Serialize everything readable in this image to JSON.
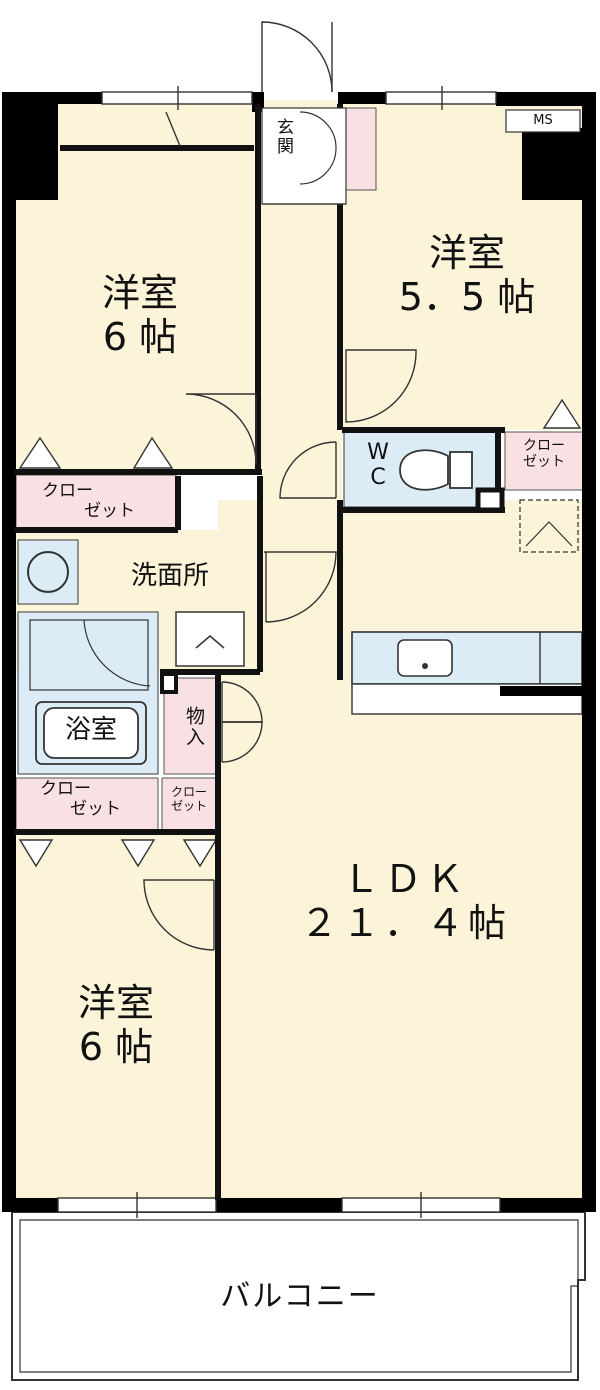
{
  "colors": {
    "wall": "#000000",
    "room": "#fbf4d9",
    "closet": "#f9e0e3",
    "wet": "#dcecf6",
    "line": "#333333",
    "balcony": "#ffffff"
  },
  "rooms": {
    "western_top_left": {
      "name": "洋室",
      "size": "6 帖"
    },
    "western_top_right": {
      "name": "洋室",
      "size": "5．5 帖"
    },
    "entrance": {
      "name": "玄関"
    },
    "wc": {
      "line1": "W",
      "line2": "C"
    },
    "washroom": {
      "name": "洗面所"
    },
    "bath": {
      "name": "浴室"
    },
    "storage": {
      "name": "物入"
    },
    "ldk": {
      "name": "ＬＤＫ",
      "size": "２１．４帖"
    },
    "western_bottom_left": {
      "name": "洋室",
      "size": "6 帖"
    },
    "balcony": {
      "name": "バルコニー"
    }
  },
  "closets": {
    "top_left": {
      "line1": "クロー",
      "line2": "ゼット"
    },
    "top_right": {
      "line1": "クロー",
      "line2": "ゼット"
    },
    "bottom_left_wide": {
      "line1": "クロー",
      "line2": "ゼット"
    },
    "bottom_left_narrow": {
      "line1": "クロー",
      "line2": "ゼット"
    }
  },
  "ms_label": "MS"
}
